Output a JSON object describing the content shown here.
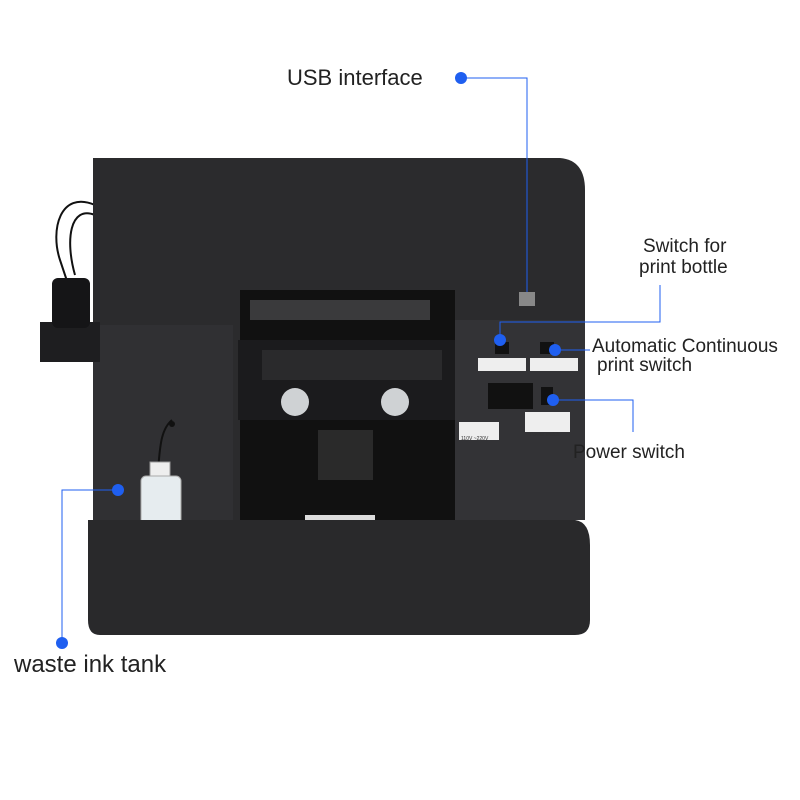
{
  "callouts": {
    "usb": "USB interface",
    "bottle_switch_line1": "Switch for",
    "bottle_switch_line2": "print bottle",
    "auto_switch_line1": "Automatic Continuous",
    "auto_switch_line2": "print switch",
    "power_switch": "Power switch",
    "waste_tank": "waste ink tank"
  },
  "panel": {
    "voltage": "110V ~220V",
    "power_label": "Power switch"
  },
  "colors": {
    "accent": "#1f5ff0",
    "printer_body": "#2b2b2d"
  }
}
